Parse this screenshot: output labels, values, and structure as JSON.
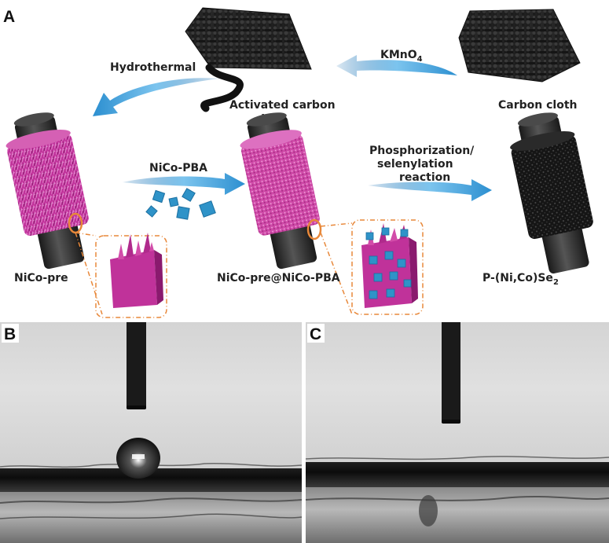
{
  "panels": {
    "a_letter": "A",
    "b_letter": "B",
    "c_letter": "C"
  },
  "scheme": {
    "hydrothermal": "Hydrothermal",
    "kmno4_main": "KMnO",
    "kmno4_sub": "4",
    "activated_line1": "Activated carbon",
    "activated_line2": "cloth",
    "carbon_cloth": "Carbon cloth",
    "nico_pba": "NiCo-PBA",
    "phos_line1": "Phosphorization/",
    "phos_line2": "selenylation",
    "phos_line3": "reaction",
    "nico_pre": "NiCo-pre",
    "nico_pre_pba": "NiCo-pre@NiCo-PBA",
    "product_main": "P-(Ni,Co)Se",
    "product_sub": "2"
  },
  "colors": {
    "magenta": "#c0329a",
    "blue_cube": "#2f93c8",
    "arrow_blue": "#5fb2e6",
    "rod": "#2b2b2b",
    "dash_orange": "#e8883a"
  }
}
